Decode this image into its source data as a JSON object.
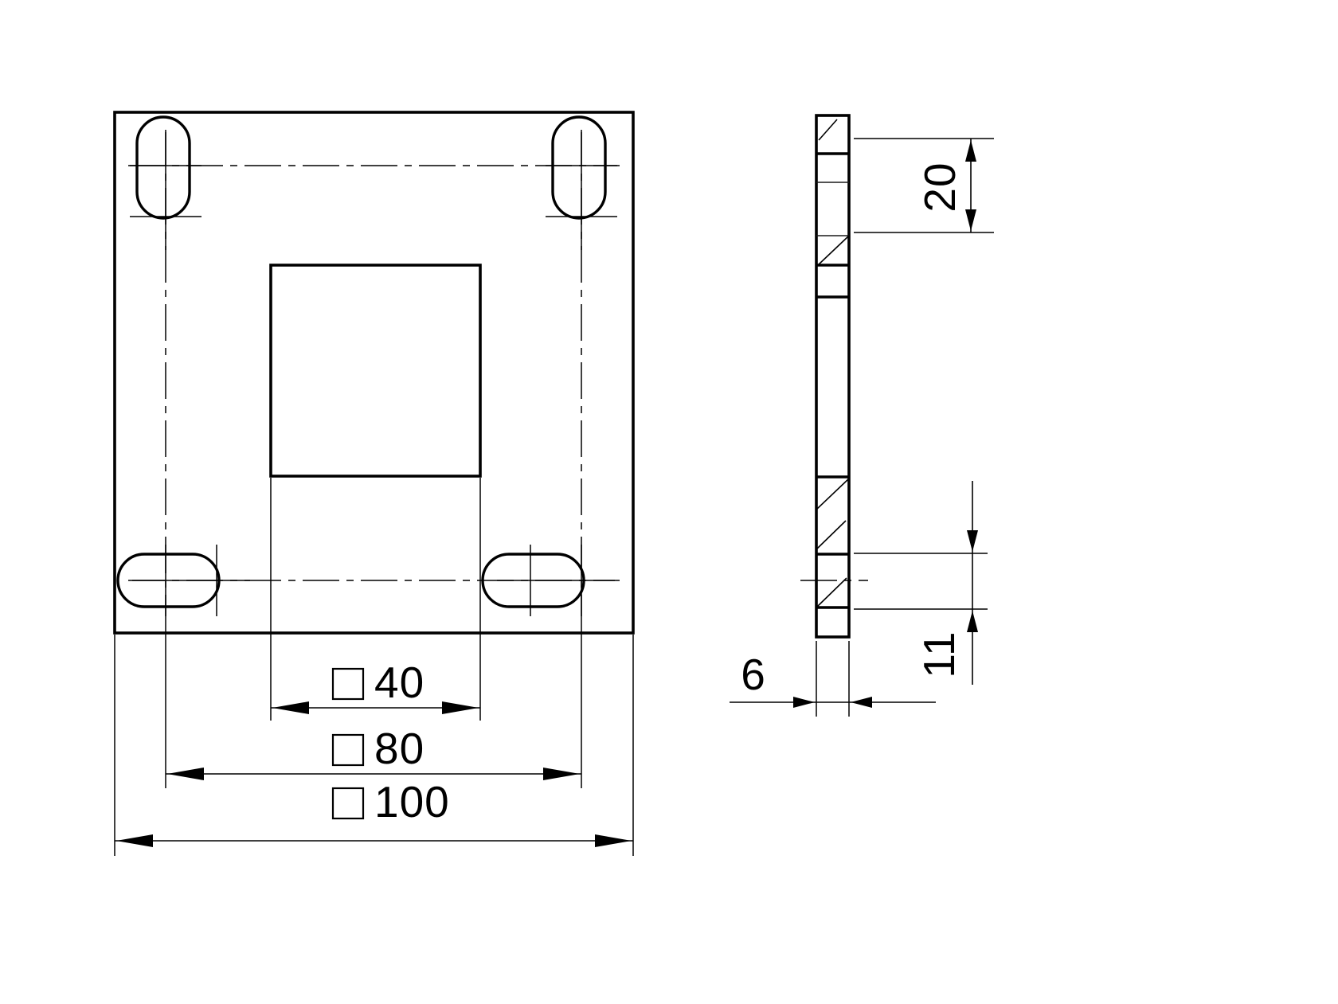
{
  "drawing": {
    "title": "Square mounting flange plate",
    "type": "engineering-drawing",
    "projection": "first-angle",
    "units": "mm",
    "line_color": "#000000",
    "background_color": "#ffffff",
    "views": [
      {
        "name": "front-view",
        "label": ""
      },
      {
        "name": "side-section-view",
        "label": ""
      }
    ]
  },
  "dimensions": {
    "square_symbol": "□",
    "inner_square": {
      "name": "inner-square-hole",
      "symbol": "□",
      "value": "40",
      "text": "□ 40"
    },
    "bolt_pitch": {
      "name": "bolt-hole-pitch",
      "symbol": "□",
      "value": "80",
      "text": "□ 80"
    },
    "plate_size": {
      "name": "plate-overall-size",
      "symbol": "□",
      "value": "100",
      "text": "□ 100"
    },
    "slot_length": {
      "name": "slot-length",
      "value": "20",
      "text": "20",
      "orientation": "vertical"
    },
    "slot_width": {
      "name": "slot-width",
      "value": "11",
      "text": "11",
      "orientation": "vertical"
    },
    "plate_thickness": {
      "name": "plate-thickness",
      "value": "6",
      "text": "6",
      "orientation": "horizontal"
    }
  },
  "features": {
    "plate": {
      "name": "square-plate",
      "width": 100,
      "height": 100,
      "thickness": 6
    },
    "center_hole": {
      "name": "central-square-hole",
      "size": 40
    },
    "slots": [
      {
        "name": "slot-top-left",
        "orientation": "vertical",
        "length": 20,
        "width": 11
      },
      {
        "name": "slot-top-right",
        "orientation": "vertical",
        "length": 20,
        "width": 11
      },
      {
        "name": "slot-bottom-left",
        "orientation": "horizontal",
        "length": 20,
        "width": 11
      },
      {
        "name": "slot-bottom-right",
        "orientation": "horizontal",
        "length": 20,
        "width": 11
      }
    ]
  }
}
